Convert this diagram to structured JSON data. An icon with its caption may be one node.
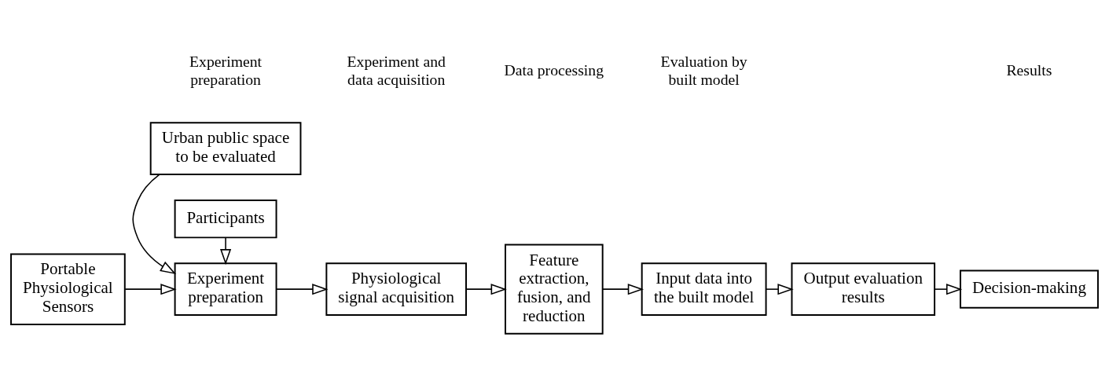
{
  "diagram": {
    "nodes": [
      {
        "text": [
          "Urban public space to be evaluated"
        ]
      },
      {
        "text": [
          "Portable Physiological Sensors"
        ]
      },
      {
        "text": [
          "Experiment preparation"
        ]
      },
      {
        "text": [
          "Participants"
        ]
      },
      {
        "text": [
          "Physiological signal acquisition"
        ]
      },
      {
        "text": [
          "Feature extraction, fusion, and reduction"
        ]
      },
      {
        "text": [
          "Input data into the built model"
        ]
      },
      {
        "text": [
          "Output evaluation results"
        ]
      },
      {
        "text": [
          "Decision-making"
        ]
      }
    ],
    "edges": [
      {
        "from": 0,
        "to": 2,
        "arrow": "to"
      },
      {
        "from": 1,
        "to": 2,
        "arrow": "to"
      },
      {
        "from": 3,
        "to": 2,
        "arrow": "to"
      },
      {
        "from": 2,
        "to": 4,
        "arrow": "to"
      },
      {
        "from": 4,
        "to": 5,
        "arrow": "to"
      },
      {
        "from": 5,
        "to": 6,
        "arrow": "to"
      },
      {
        "from": 6,
        "to": 7,
        "arrow": "to"
      },
      {
        "from": 7,
        "to": 8,
        "arrow": "to"
      }
    ],
    "labels": [
      "Experiment preparation",
      "Experiment and data acquisition",
      "Data processing",
      "Evaluation by built model",
      "Results"
    ]
  }
}
